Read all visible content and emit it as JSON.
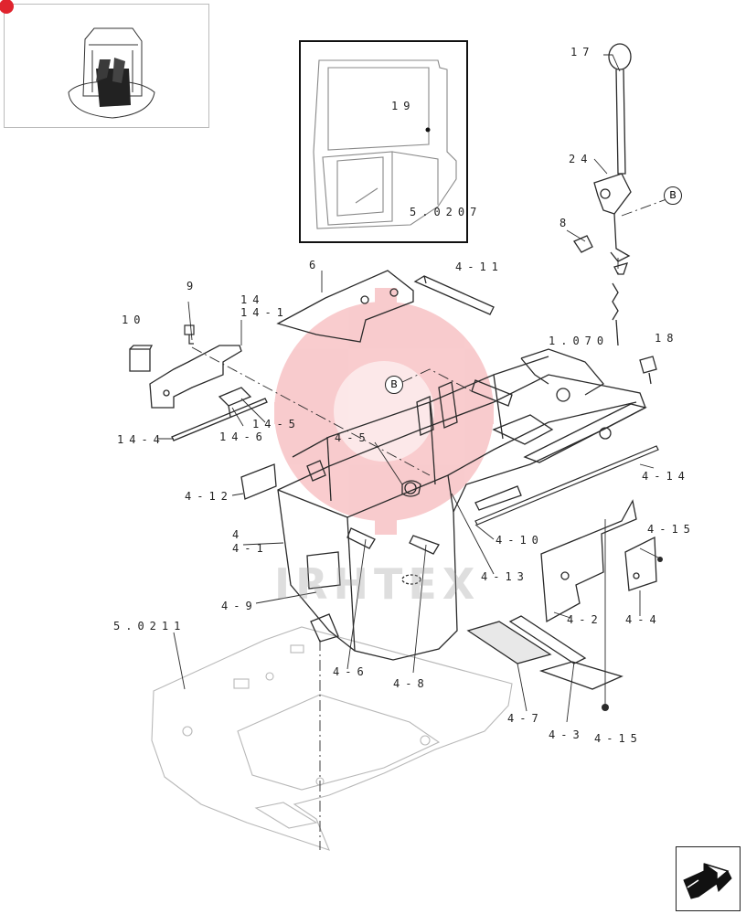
{
  "thumbnail": {
    "icon": "cab-thumbnail-icon"
  },
  "watermark": "IRHTEX",
  "nav": {
    "icon": "next-page-arrow-icon"
  },
  "callouts": {
    "c17": "17",
    "c24": "24",
    "c8": "8",
    "cB_top": "B",
    "c19": "19",
    "c5_0207": "5.0207",
    "c6": "6",
    "c4_11": "4-11",
    "c9": "9",
    "c10": "10",
    "c14": "14",
    "c14_1": "14-1",
    "c1_070": "1.070",
    "c18": "18",
    "cB_mid": "B",
    "c4_5": "4-5",
    "c14_4": "14-4",
    "c14_6": "14-6",
    "c14_5": "14-5",
    "c4_14": "4-14",
    "c4_12": "4-12",
    "c4": "4",
    "c4_1": "4-1",
    "c4_10": "4-10",
    "c4_15a": "4-15",
    "c4_13": "4-13",
    "c4_9": "4-9",
    "c4_2": "4-2",
    "c4_4": "4-4",
    "c5_0211": "5.0211",
    "c4_6": "4-6",
    "c4_8": "4-8",
    "c4_7": "4-7",
    "c4_3": "4-3",
    "c4_15b": "4-15"
  },
  "colors": {
    "line": "#2a2a2a",
    "ghost": "#b8b8b8",
    "watermark_red": "#e8474f",
    "accent": "#e0242e"
  }
}
